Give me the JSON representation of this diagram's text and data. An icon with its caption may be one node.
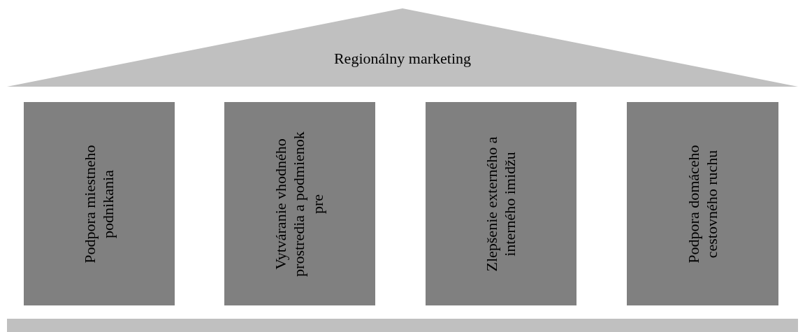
{
  "diagram": {
    "nodes": [
      {
        "text": [
          "Regionálny marketing"
        ]
      },
      {
        "text": [
          "Podpora miestneho podnikania"
        ]
      },
      {
        "text": [
          "Vytváranie vhodného prostredia a podmienok pre"
        ]
      },
      {
        "text": [
          "Zlepšenie externého a interného imidžu"
        ]
      },
      {
        "text": [
          "Podpora domáceho cestovného ruchu"
        ]
      },
      {
        "text": [],
        "shape": "bar"
      }
    ]
  }
}
